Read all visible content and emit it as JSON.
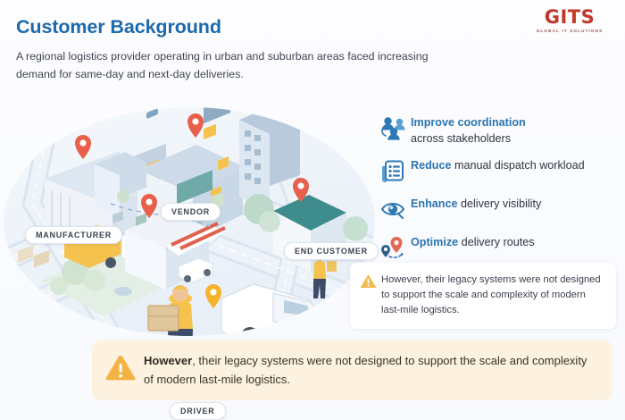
{
  "header": {
    "title": "Customer Background",
    "subtitle": "A regional logistics provider operating in urban and suburban areas faced increasing demand for same-day and next-day deliveries."
  },
  "logo": {
    "mark": "GITS",
    "tagline": "GLOBAL IT SOLUTIONS",
    "color": "#c0392b"
  },
  "map": {
    "labels": [
      {
        "id": "manufacturer",
        "text": "MANUFACTURER",
        "pin_color": "#e8604c"
      },
      {
        "id": "vendor",
        "text": "VENDOR",
        "pin_color": "#e8604c"
      },
      {
        "id": "end_customer",
        "text": "END CUSTOMER",
        "pin_color": "#e8604c"
      },
      {
        "id": "driver",
        "text": "DRIVER",
        "pin_color": "#f5b32e"
      }
    ]
  },
  "benefits": [
    {
      "icon": "people-group-icon",
      "highlight": "Improve coordination",
      "rest": "across stakeholders"
    },
    {
      "icon": "document-list-icon",
      "highlight": "Reduce",
      "rest": " manual dispatch workload"
    },
    {
      "icon": "eye-icon",
      "highlight": "Enhance",
      "rest": " delivery visibility"
    },
    {
      "icon": "route-pin-icon",
      "highlight": "Optimize",
      "rest": " delivery routes"
    }
  ],
  "note_card": {
    "icon": "warning-triangle-icon",
    "text": "However, their legacy systems were not designed to support the scale and complexity of modern last-mile logistics."
  },
  "banner": {
    "icon": "warning-triangle-icon",
    "lead": "However",
    "text": ", their legacy systems were not designed to support the scale and complexity of modern last-mile logistics.",
    "background": "#fdf2e0",
    "accent": "#f2a93b"
  },
  "colors": {
    "title_blue": "#1d6aab",
    "accent_blue": "#2a74b0",
    "warning_orange": "#f2a93b",
    "page_background": "#fbfcfe"
  }
}
